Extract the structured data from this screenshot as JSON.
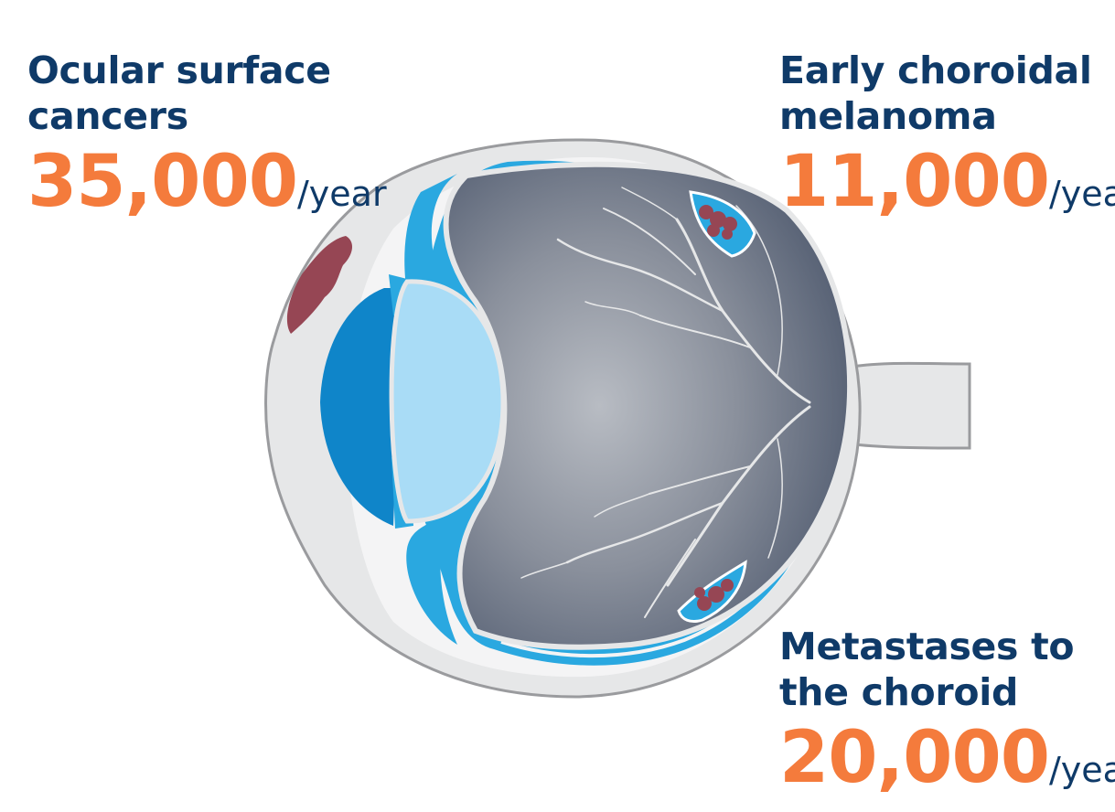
{
  "callouts": {
    "ocular": {
      "title": "Ocular surface\ncancers",
      "value": "35,000",
      "unit": "/year"
    },
    "early": {
      "title": "Early choroidal\nmelanoma",
      "value": "11,000",
      "unit": "/year"
    },
    "metastases": {
      "title": "Metastases to\nthe choroid",
      "value": "20,000",
      "unit": "/year"
    }
  },
  "colors": {
    "title_text": "#0f3a68",
    "number_text": "#f47b3c",
    "sclera": "#e6e7e8",
    "outline": "#9a9b9e",
    "choroid_blue": "#2aa8e0",
    "cornea_blue": "#0f85c9",
    "lens_blue": "#a9dcf6",
    "vitreous_dark": "#5a6477",
    "vitreous_light": "#b8bcc3",
    "tumor": "#964654"
  }
}
